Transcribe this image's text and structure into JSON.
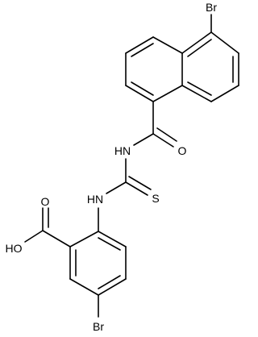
{
  "structure": {
    "atoms": {
      "br_top": "Br",
      "o_amide": "O",
      "nh_amide": "HN",
      "nh_thio": "HN",
      "s_thio": "S",
      "o_acid": "O",
      "oh_acid": "HO",
      "br_bottom": "Br"
    }
  }
}
